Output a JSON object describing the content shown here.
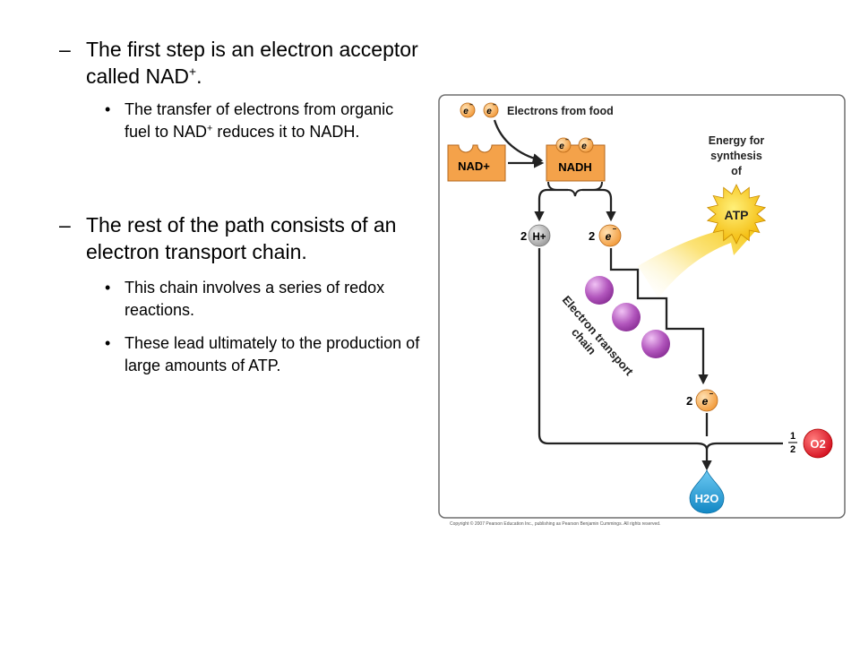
{
  "text": {
    "point1": {
      "dash": "–",
      "main": "The first step is an electron acceptor called NAD",
      "sup": "+",
      "tail": "."
    },
    "sub1": {
      "bullet": "•",
      "part1": "The transfer of electrons from organic fuel to NAD",
      "sup": "+",
      "part2": " reduces it to NADH."
    },
    "point2": {
      "dash": "–",
      "main": "The rest of the path consists of an electron transport chain."
    },
    "sub2": {
      "bullet": "•",
      "text": "This chain involves a series of redox reactions."
    },
    "sub3": {
      "bullet": "•",
      "text": "These lead ultimately to the production of large amounts of ATP."
    }
  },
  "figure": {
    "electron_symbol": "e",
    "electron_charge": "–",
    "electrons_from_food": "Electrons from food",
    "nad_plus": "NAD+",
    "nadh": "NADH",
    "energy_label": [
      "Energy for",
      "synthesis",
      "of"
    ],
    "atp": "ATP",
    "coefficient_two": "2",
    "h_plus": "H+",
    "etc_label": [
      "Electron transport",
      "chain"
    ],
    "half": {
      "num": "1",
      "den": "2"
    },
    "oxygen": "O2",
    "water": "H2O",
    "copyright": "Copyright © 2007 Pearson Education Inc., publishing as Pearson Benjamin Cummings. All rights reserved.",
    "colors": {
      "nad_box": "#f4a24a",
      "electron": "#f7a94c",
      "h_ion": "#b9b9b9",
      "carrier": "#a44bb0",
      "atp_star": "#f7c400",
      "oxygen": "#e21e2d",
      "water": "#1c9ed8"
    }
  }
}
